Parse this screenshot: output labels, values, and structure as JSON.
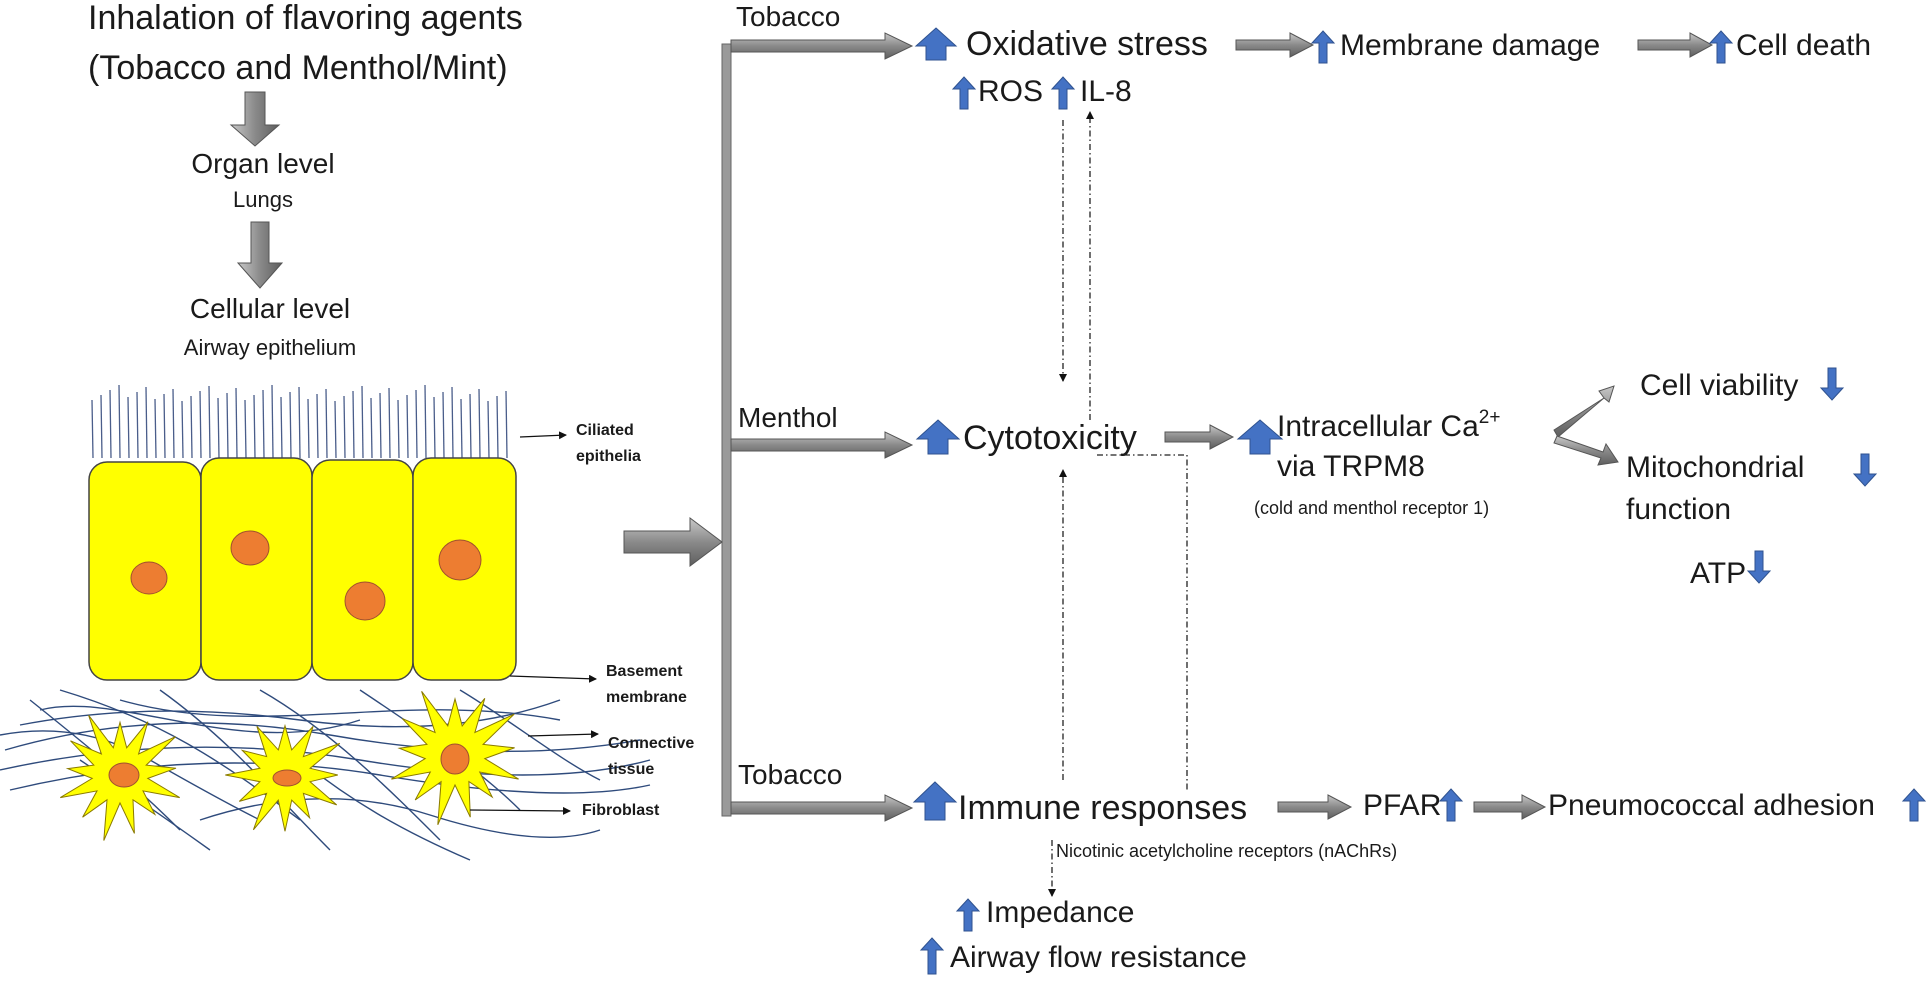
{
  "left_panel": {
    "title_line1": "Inhalation of flavoring agents",
    "title_line2": "(Tobacco and Menthol/Mint)",
    "organ_title": "Organ level",
    "organ_sub": "Lungs",
    "cellular_title": "Cellular level",
    "cellular_sub": "Airway epithelium",
    "labels": {
      "ciliated_line1": "Ciliated",
      "ciliated_line2": "epithelia",
      "basement_line1": "Basement",
      "basement_line2": "membrane",
      "connective_line1": "Connective",
      "connective_line2": "tissue",
      "fibroblast": "Fibroblast"
    }
  },
  "branches": {
    "top": "Tobacco",
    "middle": "Menthol",
    "bottom": "Tobacco"
  },
  "top_row": {
    "oxidative_stress": "Oxidative stress",
    "membrane_damage": "Membrane damage",
    "cell_death": "Cell death",
    "ros": "ROS",
    "il8": "IL-8"
  },
  "middle_row": {
    "cytotoxicity": "Cytotoxicity",
    "calcium_line1": "Intracellular Ca",
    "calcium_sup": "2+",
    "calcium_line2": "via TRPM8",
    "trpm8_note": "(cold and menthol receptor 1)",
    "cell_viability": "Cell viability",
    "mito_line1": "Mitochondrial",
    "mito_line2": "function",
    "atp": "ATP"
  },
  "bottom_row": {
    "immune": "Immune responses",
    "pfar": "PFAR",
    "pneumococcal": "Pneumococcal adhesion",
    "nachr": "Nicotinic acetylcholine receptors (nAChRs)",
    "impedance": "Impedance",
    "airway": "Airway flow resistance"
  },
  "colors": {
    "arrow_gray": "#8c8c8c",
    "up_arrow_blue": "#4472c4",
    "cell_yellow": "#ffff00",
    "nucleus_orange": "#ed7d31",
    "fiber_blue": "#2f4b7c"
  }
}
